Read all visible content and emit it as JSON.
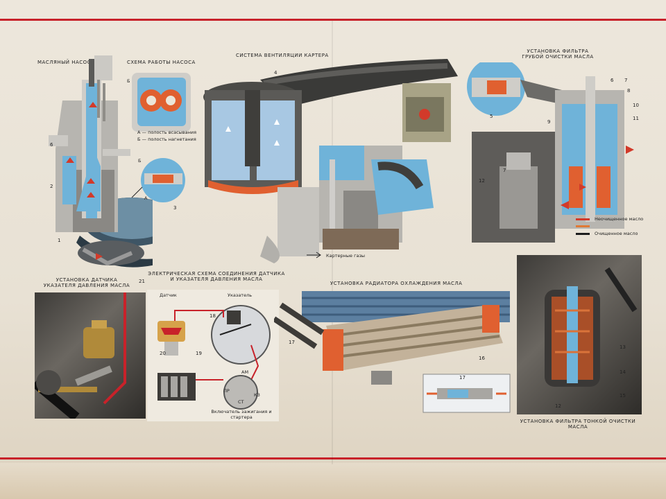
{
  "titles": {
    "oil_pump": "Масляный насос",
    "pump_scheme": "Схема работы насоса",
    "crankcase_vent": "Система вентиляции картера",
    "coarse_filter": "Установка фильтра грубой очистки масла",
    "sensor_install": "Установка датчика указателя давления масла",
    "electrical_scheme": "Электрическая схема соединения датчика и указателя давления масла",
    "radiator_install": "Установка радиатора охлаждения масла",
    "fine_filter": "Установка фильтра тонкой очистки масла"
  },
  "pump_scheme_legend": {
    "a": "А — полость всасывания",
    "b": "Б — полость нагнетания"
  },
  "letters": {
    "a": "А",
    "b": "Б"
  },
  "crankcase_gases": "Картерные газы",
  "electrical_labels": {
    "sensor": "Датчик",
    "indicator": "Указатель",
    "ignition_switch": "Включатель зажигания и стартера",
    "am": "АМ",
    "pr": "ПР",
    "st": "СТ",
    "kz": "КЗ"
  },
  "oil_legend": {
    "uncleaned": "Неочищенное масло",
    "cleaned": "Очищенное масло"
  },
  "colors": {
    "poster_bg": "#ebe5d9",
    "rule_red": "#c8222a",
    "water_blue": "#6fb3d9",
    "oil_orange": "#e06030",
    "body_grey": "#a8a6a2",
    "arrow_red": "#d23a2a",
    "arrow_dark": "#1c1c1c"
  },
  "part_numbers": {
    "n1": "1",
    "n2": "2",
    "n3": "3",
    "n4": "4",
    "n5": "5",
    "n6": "6",
    "n7": "7",
    "n8": "8",
    "n9": "9",
    "n10": "10",
    "n11": "11",
    "n12": "12",
    "n13": "13",
    "n14": "14",
    "n15": "15",
    "n16": "16",
    "n17": "17",
    "n18": "18",
    "n19": "19",
    "n20": "20",
    "n21": "21"
  }
}
